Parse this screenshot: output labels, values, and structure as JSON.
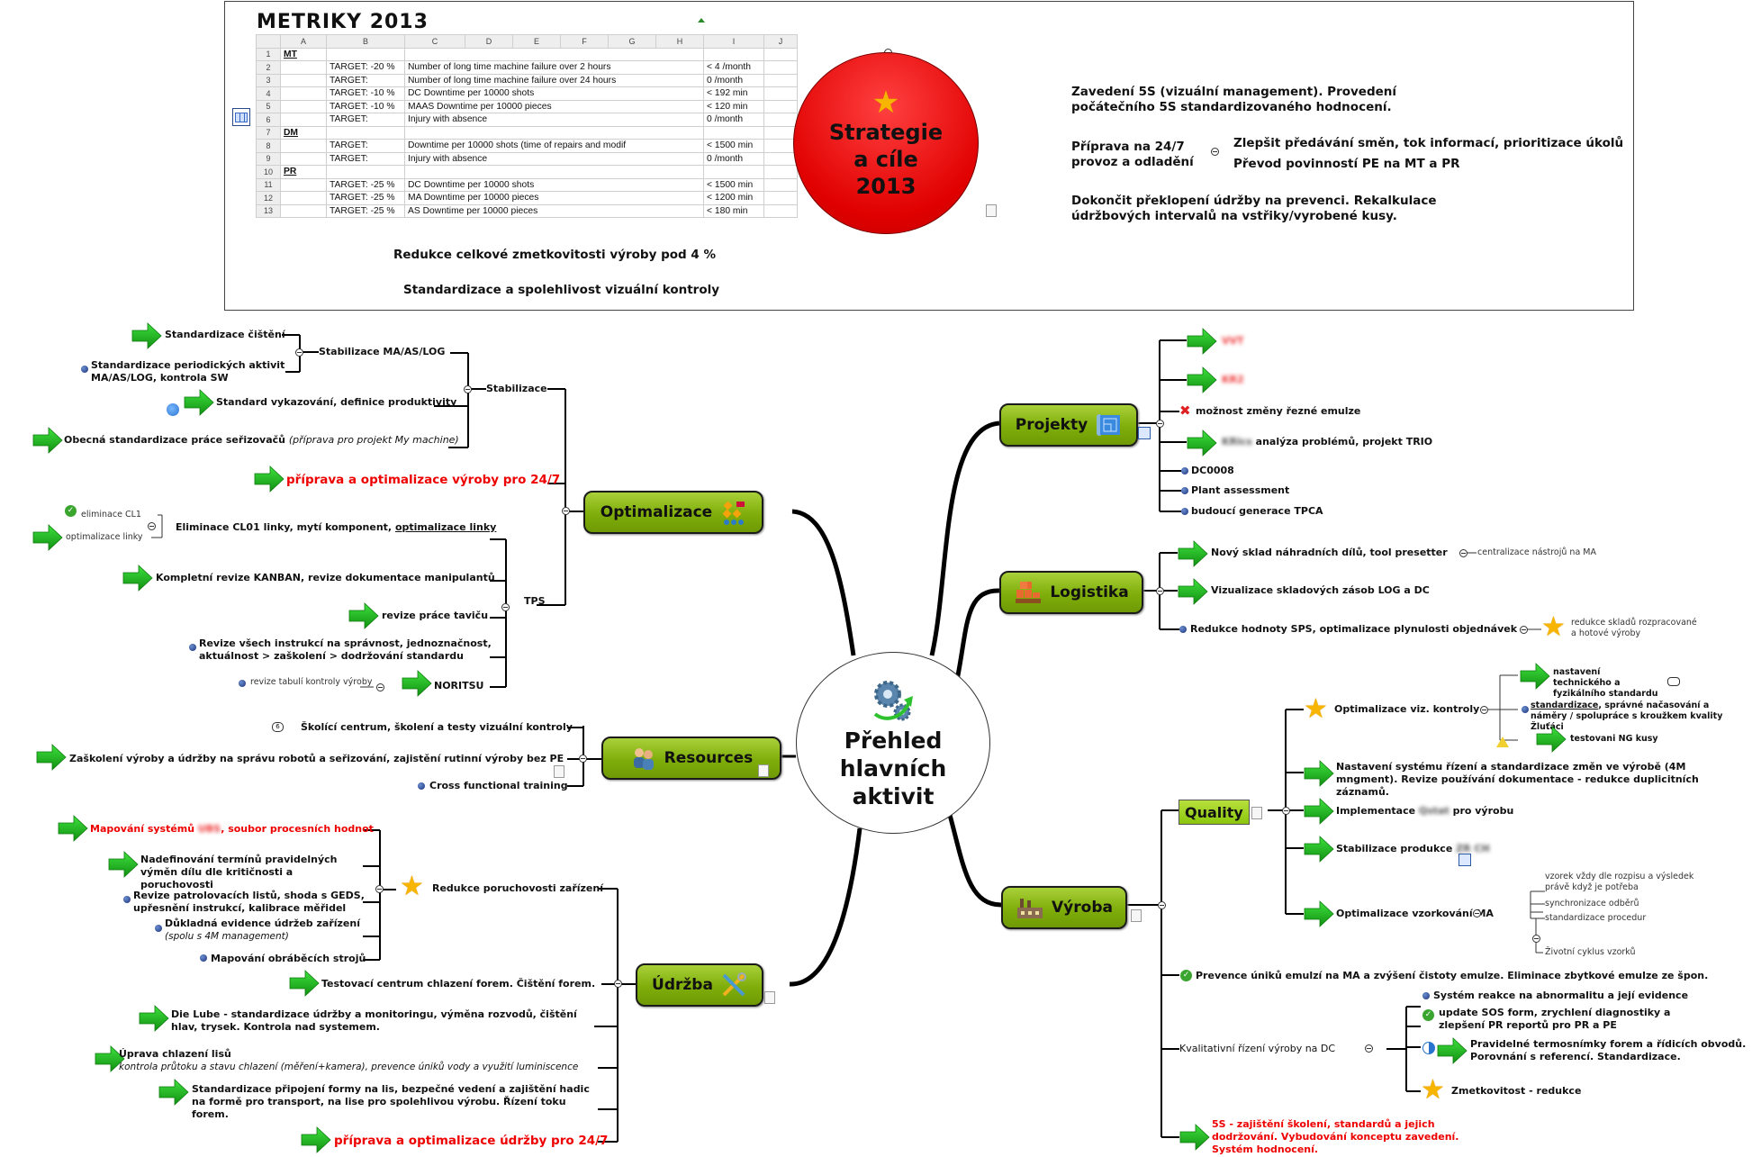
{
  "metrics": {
    "title": "METRIKY 2013",
    "columns": [
      "A",
      "B",
      "C",
      "D",
      "E",
      "F",
      "G",
      "H",
      "I",
      "J"
    ],
    "rows": [
      {
        "n": "1",
        "cat": "MT",
        "target": "",
        "desc": "",
        "value": ""
      },
      {
        "n": "2",
        "cat": "",
        "target": "TARGET: -20 %",
        "desc": "Number of long time machine failure over 2 hours",
        "value": "< 4 /month"
      },
      {
        "n": "3",
        "cat": "",
        "target": "TARGET:",
        "desc": "Number of long time machine failure over 24 hours",
        "value": "0 /month"
      },
      {
        "n": "4",
        "cat": "",
        "target": "TARGET: -10 %",
        "desc": "DC Downtime per 10000 shots",
        "value": "< 192 min"
      },
      {
        "n": "5",
        "cat": "",
        "target": "TARGET: -10 %",
        "desc": "MAAS Downtime per 10000 pieces",
        "value": "< 120 min"
      },
      {
        "n": "6",
        "cat": "",
        "target": "TARGET:",
        "desc": "Injury with absence",
        "value": "0 /month"
      },
      {
        "n": "7",
        "cat": "DM",
        "target": "",
        "desc": "",
        "value": ""
      },
      {
        "n": "8",
        "cat": "",
        "target": "TARGET:",
        "desc": "Downtime per 10000 shots (time of repairs and modif",
        "value": "< 1500 min"
      },
      {
        "n": "9",
        "cat": "",
        "target": "TARGET:",
        "desc": "Injury with absence",
        "value": "0 /month"
      },
      {
        "n": "10",
        "cat": "PR",
        "target": "",
        "desc": "",
        "value": ""
      },
      {
        "n": "11",
        "cat": "",
        "target": "TARGET: -25 %",
        "desc": "DC Downtime per 10000 shots",
        "value": "< 1500 min"
      },
      {
        "n": "12",
        "cat": "",
        "target": "TARGET: -25 %",
        "desc": "MA Downtime per 10000 pieces",
        "value": "< 1200 min"
      },
      {
        "n": "13",
        "cat": "",
        "target": "TARGET: -25 %",
        "desc": "AS Downtime per 10000 pieces",
        "value": "< 180 min"
      }
    ]
  },
  "strategy": {
    "title_lines": [
      "Strategie",
      "a cíle",
      "2013"
    ],
    "icon": "star-icon",
    "left_items": [
      "Redukce celkové zmetkovitosti výroby pod 4 %",
      "Standardizace a spolehlivost vizuální kontroly"
    ],
    "right_items": [
      {
        "text": "Zavedení 5S (vizuální management). Provedení počátečního 5S standardizovaného hodnocení."
      },
      {
        "text": "Příprava na 24/7 provoz a odladění",
        "children": [
          "Zlepšit předávání směn, tok informací, prioritizace úkolů",
          "Převod povinností PE na MT a PR"
        ]
      },
      {
        "text": "Dokončit překlopení údržby na prevenci. Rekalkulace údržbových intervalů na vstřiky/vyrobené kusy."
      }
    ]
  },
  "center": {
    "title_lines": [
      "Přehled",
      "hlavních",
      "aktivit"
    ],
    "icon": "gears-icon"
  },
  "optimalizace": {
    "label": "Optimalizace",
    "stabilizace": "Stabilizace",
    "stab_ma": "Stabilizace MA/AS/LOG",
    "stab_ma_children": [
      "Standardizace čištění",
      "Standardizace periodických aktivit MA/AS/LOG, kontrola SW"
    ],
    "standard_vykaz": "Standard vykazování, definice produktivity",
    "obecna": "Obecná standardizace práce seřizovačů",
    "obecna_note": "(příprava pro projekt My machine)",
    "priprava": "příprava a optimalizace výroby pro 24/7",
    "tps": "TPS",
    "elim_pre": "Eliminace CL01 linky, mytí komponent, ",
    "elim_u": "optimalizace linky",
    "elim_children": [
      "eliminace CL1",
      "optimalizace linky"
    ],
    "kanban": "Kompletní revize KANBAN, revize dokumentace manipulantů",
    "tavicu": "revize práce taviču",
    "revize_instr": "Revize všech instrukcí na správnost, jednoznačnost, aktuálnost > zaškolení > dodržování standardu",
    "noritsu": "NORITSU",
    "noritsu_child": "revize tabulí kontroly výroby"
  },
  "resources": {
    "label": "Resources",
    "items": [
      "Školící centrum, školení a testy vizuální kontroly",
      "Zaškolení výroby a údržby na správu robotů a seřizování, zajistění rutinní výroby bez PE",
      "Cross functional training"
    ],
    "badge": "6"
  },
  "udrzba": {
    "label": "Údržba",
    "redukce": "Redukce poruchovosti zařízení",
    "mapovani_pre": "Mapování systémů ",
    "mapovani_blur": "UBS",
    "mapovani_post": ", soubor procesních hodnot",
    "redukce_children": [
      "Nadefinování termínů pravidelných výměn dílu dle kritičnosti a poruchovosti",
      "Revize patrolovacích listů, shoda s GEDS, upřesnění instrukcí, kalibrace měřidel",
      "Důkladná evidence údržeb zařízení",
      "Mapování obráběcích strojů"
    ],
    "evidence_note": "(spolu s 4M management)",
    "testovaci": "Testovací centrum chlazení forem. Čištění forem.",
    "die_lube": "Die Lube - standardizace údržby a monitoringu, výměna rozvodů, čištění hlav, trysek. Kontrola nad systemem.",
    "uprava": "Úprava chlazení lisů",
    "uprava_note": "kontrola průtoku a stavu chlazení (měření+kamera), prevence úniků vody a využití luminiscence",
    "pripojeni": "Standardizace připojení formy na lis, bezpečné vedení a zajištění hadic na formě pro transport, na lise pro  spolehlivou výrobu. Řízení toku forem.",
    "priprava": "příprava a optimalizace údržby pro 24/7"
  },
  "projekty": {
    "label": "Projekty",
    "items": [
      {
        "text": "VVT",
        "blur": true
      },
      {
        "text": "KR2",
        "blur": true
      },
      {
        "text": "možnost změny řezné emulze"
      },
      {
        "prefix": "KRlcs",
        "text": " analýza problémů, projekt TRIO"
      },
      {
        "text": "DC0008"
      },
      {
        "text": "Plant assessment"
      },
      {
        "text": "budoucí generace TPCA"
      }
    ]
  },
  "logistika": {
    "label": "Logistika",
    "items": [
      "Nový sklad náhradních dílů, tool presetter",
      "Vizualizace skladových zásob LOG a DC",
      "Redukce hodnoty SPS, optimalizace plynulosti objednávek"
    ],
    "item1_child": "centralizace nástrojů na MA",
    "item3_child": "redukce skladů rozpracované a hotové výroby"
  },
  "vyroba": {
    "label": "Výroba",
    "quality": {
      "label": "Quality",
      "opt_viz": "Optimalizace viz. kontroly",
      "opt_viz_children": [
        "nastavení technického a fyzikálního standardu",
        "standardizace",
        "testovani NG kusy"
      ],
      "opt_viz_child2_rest": ", správné načasování a náměry / spolupráce s kroužkem kvality Žluťáci",
      "nastaveni": "Nastavení systému řízení a standardizace změn ve výrobě (4M mngment). Revize používání dokumentace - redukce duplicitních záznamů.",
      "impl_pre": "Implementace ",
      "impl_blur": "Qstat",
      "impl_post": " pro výrobu",
      "stab_pre": "Stabilizace produkce ",
      "stab_blur": "ZR CH",
      "vzork": "Optimalizace vzorkování MA",
      "vzork_children": [
        "vzorek vždy dle rozpisu a výsledek právě když je potřeba",
        "synchronizace odběrů",
        "standardizace procedur"
      ],
      "vzork_grandchild": "Životní cyklus vzorků"
    },
    "prevence": "Prevence úniků emulzí na MA a zvýšení čistoty emulze. Eliminace zbytkové emulze ze špon.",
    "kval": "Kvalitativní řízení výroby na DC",
    "kval_children": [
      "Systém reakce na abnormalitu a její evidence",
      "update SOS form, zrychlení diagnostiky a zlepšení PR reportů pro PR a PE",
      "Pravidelné termosnímky forem a řídicích obvodů. Porovnání s referencí. Standardizace.",
      "Zmetkovitost - redukce"
    ],
    "fives": "5S - zajištění školení, standardů a jejich dodržování. Vybudování konceptu zavedení. Systém hodnocení."
  },
  "colors": {
    "topic": "#8bb71c",
    "red": "#ee0000",
    "arrow": "#22b022",
    "strategy": "#e00000"
  }
}
